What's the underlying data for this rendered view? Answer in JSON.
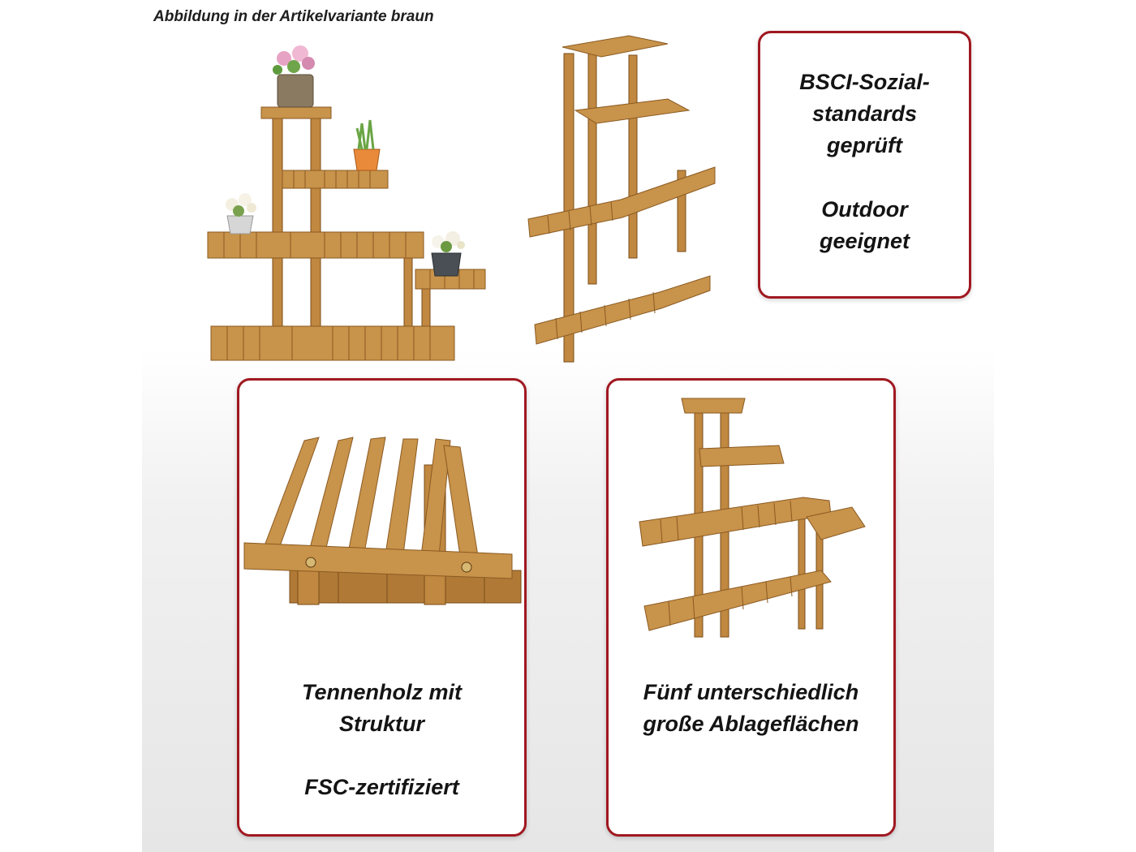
{
  "caption": "Abbildung in der Artikelvariante braun",
  "cards": {
    "certification": {
      "line1": "BSCI-Sozial-",
      "line2": "standards",
      "line3": "geprüft",
      "line4": "Outdoor",
      "line5": "geeignet"
    },
    "wood": {
      "line1": "Tennenholz mit",
      "line2": "Struktur",
      "line3": "FSC-zertifiziert"
    },
    "shelves": {
      "line1": "Fünf unterschiedlich",
      "line2": "große Ablageflächen"
    }
  },
  "colors": {
    "accent_border": "#a01820",
    "wood": "#c8934a",
    "wood_dark": "#8a5a22"
  },
  "icons": [
    "plant-stand-front-image",
    "plant-stand-angled-image",
    "slat-detail-image",
    "plant-stand-empty-image",
    "flower-pot-icon"
  ]
}
